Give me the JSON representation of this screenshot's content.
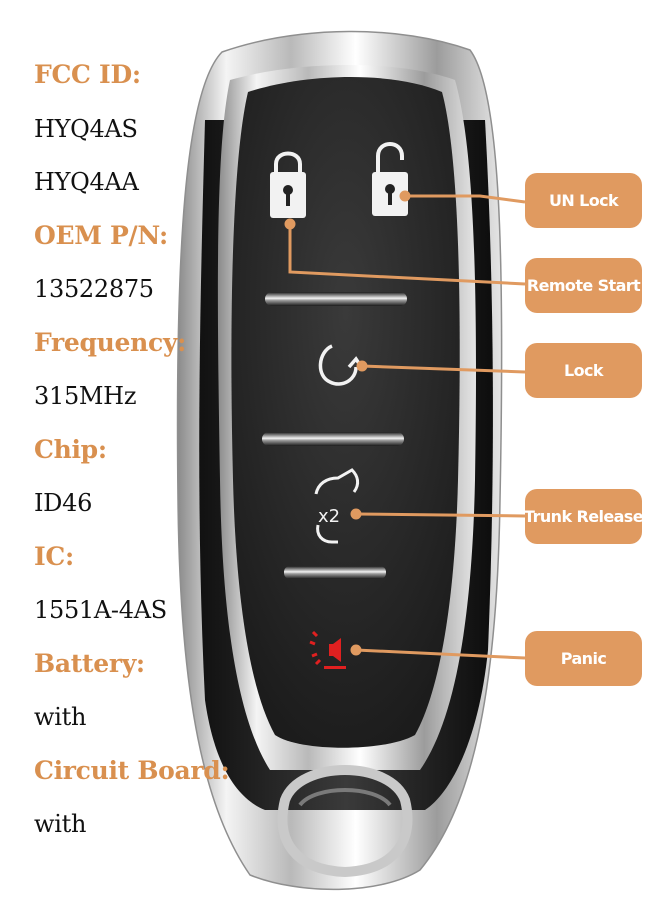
{
  "specs": [
    {
      "label": "FCC ID:",
      "value": "HYQ4AS"
    },
    {
      "label": "",
      "value": "HYQ4AA"
    },
    {
      "label": "OEM P/N:",
      "value": "13522875"
    },
    {
      "label": "Frequency:",
      "value": "315MHz"
    },
    {
      "label": "Chip:",
      "value": "ID46"
    },
    {
      "label": "IC:",
      "value": "1551A-4AS"
    },
    {
      "label": "Battery:",
      "value": "with"
    },
    {
      "label": "Circuit Board:",
      "value": "with"
    }
  ],
  "callouts": {
    "unlock": "UN Lock",
    "remote_start": "Remote Start",
    "lock": "Lock",
    "trunk_release": "Trunk Release",
    "panic": "Panic"
  },
  "colors": {
    "label": "#d9904f",
    "callout_bg": "#e09a60",
    "panic_icon": "#e02020",
    "fob_body": "#2b2b2b"
  },
  "icons": [
    "lock-closed-icon",
    "lock-open-icon",
    "remote-start-icon",
    "trunk-release-icon",
    "panic-alarm-icon"
  ]
}
